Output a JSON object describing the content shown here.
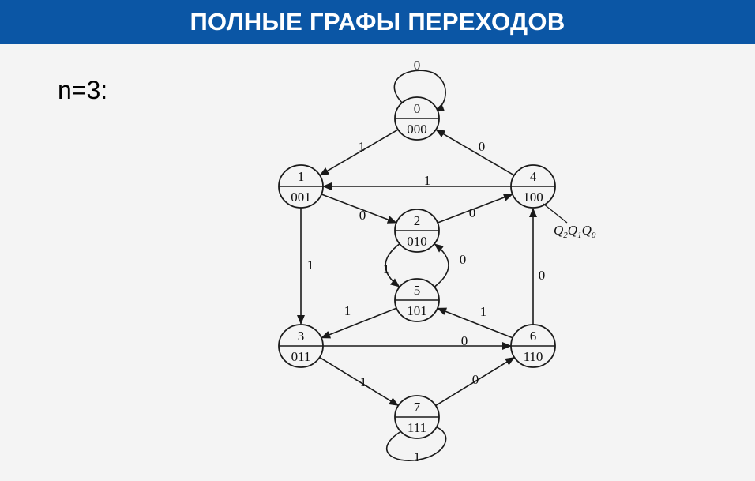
{
  "title": "ПОЛНЫЕ ГРАФЫ ПЕРЕХОДОВ",
  "n_label": "n=3:",
  "colors": {
    "title_bg": "#0b56a5",
    "title_fg": "#ffffff",
    "background": "#f4f4f4",
    "stroke": "#1a1a1a"
  },
  "states": [
    {
      "id": "0",
      "num": "0",
      "code": "000"
    },
    {
      "id": "1",
      "num": "1",
      "code": "001"
    },
    {
      "id": "2",
      "num": "2",
      "code": "010"
    },
    {
      "id": "3",
      "num": "3",
      "code": "011"
    },
    {
      "id": "4",
      "num": "4",
      "code": "100"
    },
    {
      "id": "5",
      "num": "5",
      "code": "101"
    },
    {
      "id": "6",
      "num": "6",
      "code": "110"
    },
    {
      "id": "7",
      "num": "7",
      "code": "111"
    }
  ],
  "transitions": [
    {
      "from": "0",
      "to": "0",
      "label": "0"
    },
    {
      "from": "0",
      "to": "1",
      "label": "1"
    },
    {
      "from": "4",
      "to": "0",
      "label": "0"
    },
    {
      "from": "4",
      "to": "1",
      "label": "1"
    },
    {
      "from": "1",
      "to": "2",
      "label": "0"
    },
    {
      "from": "2",
      "to": "4",
      "label": "0"
    },
    {
      "from": "1",
      "to": "3",
      "label": "1"
    },
    {
      "from": "2",
      "to": "5",
      "label": "1"
    },
    {
      "from": "5",
      "to": "2",
      "label": "0"
    },
    {
      "from": "5",
      "to": "3",
      "label": "1"
    },
    {
      "from": "6",
      "to": "5",
      "label": "1"
    },
    {
      "from": "6",
      "to": "4",
      "label": "0"
    },
    {
      "from": "3",
      "to": "6",
      "label": "0"
    },
    {
      "from": "3",
      "to": "7",
      "label": "1"
    },
    {
      "from": "7",
      "to": "6",
      "label": "0"
    },
    {
      "from": "7",
      "to": "7",
      "label": "1"
    }
  ],
  "annotation": {
    "q2": "Q",
    "q2_sub": "2",
    "q1": "Q",
    "q1_sub": "1",
    "q0": "Q",
    "q0_sub": "0"
  }
}
